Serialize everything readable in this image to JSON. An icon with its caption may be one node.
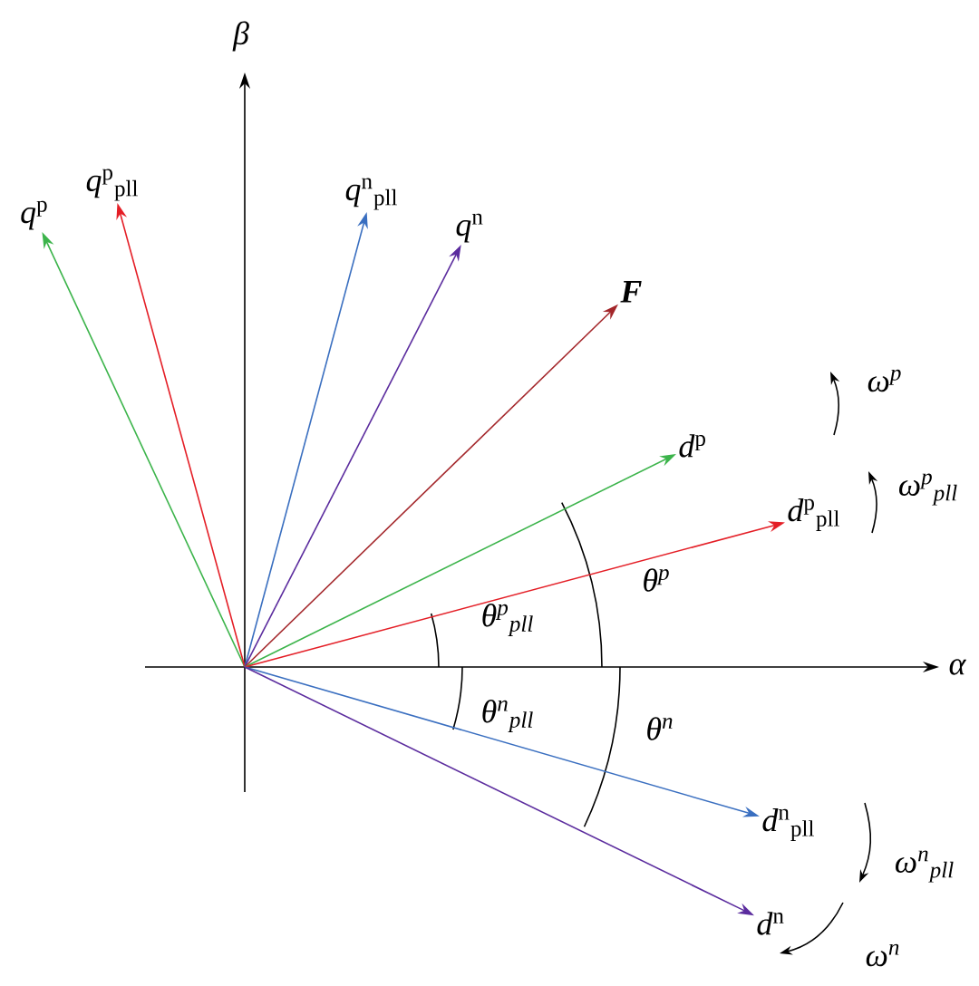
{
  "diagram": {
    "nodes": [
      {
        "text": [
          "*q*$^{p}$"
        ]
      },
      {
        "text": [
          "*q*$^{p}$$_{pll}$"
        ]
      },
      {
        "text": [
          "*q*$^{n}$$_{pll}$"
        ]
      },
      {
        "text": [
          "*q*$^{n}$"
        ]
      },
      {
        "text": [
          "F"
        ]
      },
      {
        "text": [
          "*d*$^{p}$"
        ]
      },
      {
        "text": [
          "*d*$^{p}$$_{pll}$"
        ]
      },
      {
        "text": [
          "*d*$^{n}$$_{pll}$"
        ]
      },
      {
        "text": [
          "*d*$^{n}$"
        ]
      }
    ],
    "edges": [
      {
        "from": null,
        "to": 0,
        "arrow": "to",
        "color": "#3cb44b"
      },
      {
        "from": null,
        "to": 1,
        "arrow": "to",
        "color": "#e41e26"
      },
      {
        "from": null,
        "to": 2,
        "arrow": "to",
        "color": "#3a6fc0"
      },
      {
        "from": null,
        "to": 3,
        "arrow": "to",
        "color": "#5b2c9e"
      },
      {
        "from": null,
        "to": 4,
        "arrow": "to",
        "color": "#a3262a"
      },
      {
        "from": null,
        "to": 5,
        "arrow": "to",
        "color": "#3cb44b"
      },
      {
        "from": null,
        "to": 6,
        "arrow": "to",
        "color": "#e41e26"
      },
      {
        "from": null,
        "to": 7,
        "arrow": "to",
        "color": "#3a6fc0"
      },
      {
        "from": null,
        "to": 8,
        "arrow": "to",
        "color": "#5b2c9e"
      }
    ],
    "labels": [
      "β",
      "α",
      "*θ*$^{p}$$_{pll}$",
      "*θ*$^{p}$",
      "*θ*$^{n}$$_{pll}$",
      "*θ*$^{n}$",
      "*ω*$^{p}$",
      "*ω*$^{p}$$_{pll}$",
      "*ω*$^{n}$$_{pll}$",
      "*ω*$^{n}$"
    ]
  }
}
